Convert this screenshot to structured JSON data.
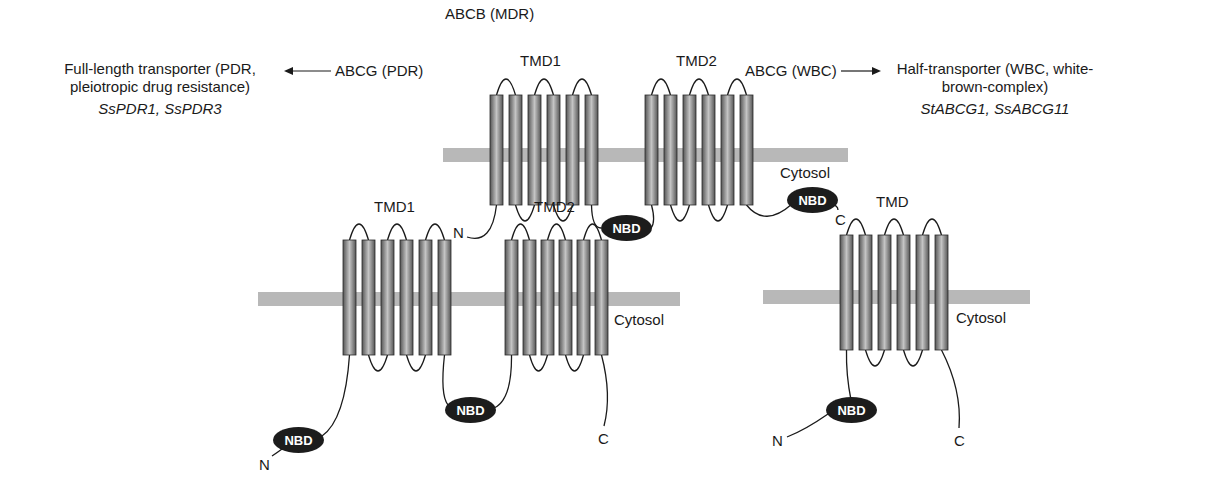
{
  "diagram": {
    "nodes": [
      {
        "text": [
          "NBD"
        ]
      },
      {
        "text": [
          "NBD"
        ]
      },
      {
        "text": [
          "NBD"
        ]
      },
      {
        "text": [
          "NBD"
        ]
      },
      {
        "text": [
          "NBD"
        ]
      }
    ],
    "labels": [
      "ABCB (MDR)",
      "TMD1",
      "TMD2",
      "Cytosol",
      "N",
      "C",
      "Full-length transporter (PDR, pleiotropic drug resistance)",
      "SsPDR1, SsPDR3",
      "ABCG (PDR)",
      "ABCG (WBC)",
      "Half-transporter (WBC, white-brown-complex)",
      "StABCG1, SsABCG11",
      "TMD1",
      "TMD2",
      "TMD",
      "Cytosol",
      "Cytosol",
      "N",
      "C",
      "N",
      "C"
    ]
  }
}
